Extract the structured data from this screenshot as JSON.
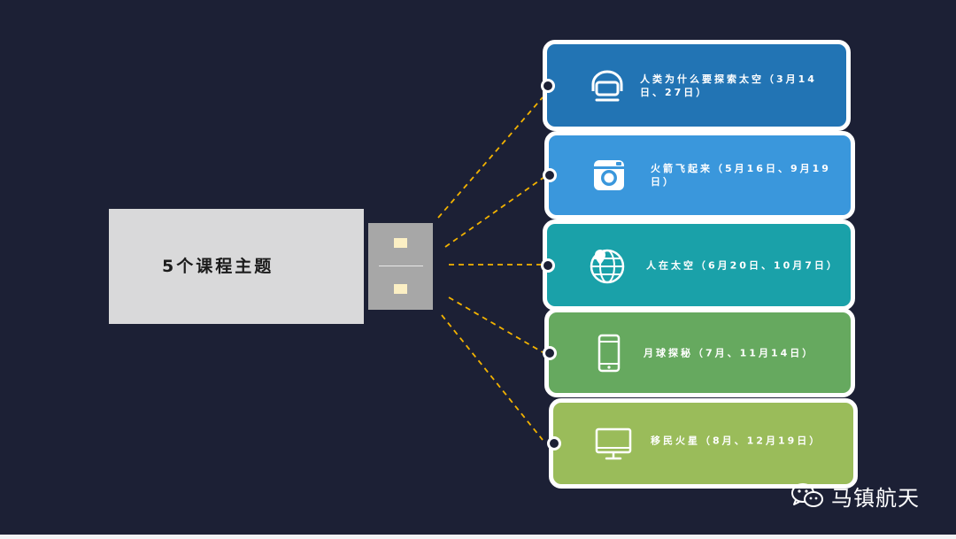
{
  "usb": {
    "title": "5个课程主题"
  },
  "cards": [
    {
      "icon": "astronaut-helmet-icon",
      "color": "#2274b4",
      "label": "人类为什么要探索太空（3月14日、27日）"
    },
    {
      "icon": "camera-icon",
      "color": "#3a97dc",
      "label": "火箭飞起来（5月16日、9月19日）"
    },
    {
      "icon": "globe-location-icon",
      "color": "#1aa1a9",
      "label": "人在太空（6月20日、10月7日）"
    },
    {
      "icon": "smartphone-icon",
      "color": "#66a95f",
      "label": "月球探秘（7月、11月14日）"
    },
    {
      "icon": "monitor-icon",
      "color": "#9abc5a",
      "label": "移民火星（8月、12月19日）"
    }
  ],
  "colors": {
    "background": "#1c2035",
    "connector": "#f2b200",
    "usb_body": "#d9d9da",
    "usb_plug": "#a7a7a7"
  },
  "watermark": {
    "text": "马镇航天",
    "icon": "wechat-icon"
  }
}
